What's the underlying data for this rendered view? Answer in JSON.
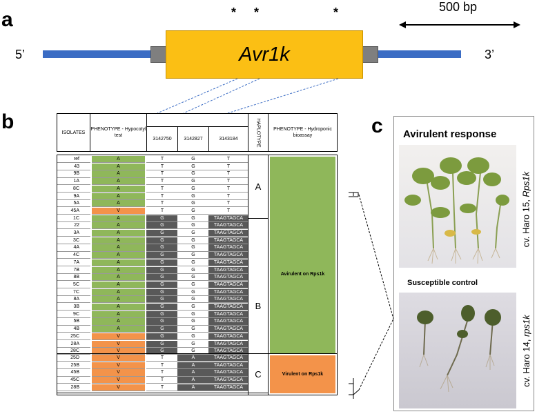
{
  "panel_a": {
    "letter": "a",
    "gene_label": "Avr1k",
    "five_prime": "5’",
    "three_prime": "3’",
    "scale_label": "500 bp",
    "stars": [
      "*",
      "*",
      "*"
    ]
  },
  "panel_b": {
    "letter": "b",
    "headers": {
      "isolates": "ISOLATES",
      "phenotype_hypocotyl": "PHENOTYPE - Hypocotyl test",
      "pos1": "3142750",
      "pos2": "3142827",
      "pos3": "3143184",
      "haplotype": "HAPLOTYPE",
      "phenotype_hydroponic": "PHENOTYPE - Hydroponic bioassay"
    },
    "rows": [
      {
        "iso": "ref",
        "ph": "A",
        "s1": "T",
        "s2": "G",
        "s3": "T"
      },
      {
        "iso": "43",
        "ph": "A",
        "s1": "T",
        "s2": "G",
        "s3": "T"
      },
      {
        "iso": "9B",
        "ph": "A",
        "s1": "T",
        "s2": "G",
        "s3": "T"
      },
      {
        "iso": "1A",
        "ph": "A",
        "s1": "T",
        "s2": "G",
        "s3": "T"
      },
      {
        "iso": "8C",
        "ph": "A",
        "s1": "T",
        "s2": "G",
        "s3": "T"
      },
      {
        "iso": "9A",
        "ph": "A",
        "s1": "T",
        "s2": "G",
        "s3": "T"
      },
      {
        "iso": "5A",
        "ph": "A",
        "s1": "T",
        "s2": "G",
        "s3": "T"
      },
      {
        "iso": "45A",
        "ph": "V",
        "s1": "T",
        "s2": "G",
        "s3": "T"
      },
      {
        "iso": "1C",
        "ph": "A",
        "s1": "G",
        "s2": "G",
        "s3": "TAAGTAGCA"
      },
      {
        "iso": "22",
        "ph": "A",
        "s1": "G",
        "s2": "G",
        "s3": "TAAGTAGCA"
      },
      {
        "iso": "3A",
        "ph": "A",
        "s1": "G",
        "s2": "G",
        "s3": "TAAGTAGCA"
      },
      {
        "iso": "3C",
        "ph": "A",
        "s1": "G",
        "s2": "G",
        "s3": "TAAGTAGCA"
      },
      {
        "iso": "4A",
        "ph": "A",
        "s1": "G",
        "s2": "G",
        "s3": "TAAGTAGCA"
      },
      {
        "iso": "4C",
        "ph": "A",
        "s1": "G",
        "s2": "G",
        "s3": "TAAGTAGCA"
      },
      {
        "iso": "7A",
        "ph": "A",
        "s1": "G",
        "s2": "G",
        "s3": "TAAGTAGCA"
      },
      {
        "iso": "7B",
        "ph": "A",
        "s1": "G",
        "s2": "G",
        "s3": "TAAGTAGCA"
      },
      {
        "iso": "8B",
        "ph": "A",
        "s1": "G",
        "s2": "G",
        "s3": "TAAGTAGCA"
      },
      {
        "iso": "5C",
        "ph": "A",
        "s1": "G",
        "s2": "G",
        "s3": "TAAGTAGCA"
      },
      {
        "iso": "7C",
        "ph": "A",
        "s1": "G",
        "s2": "G",
        "s3": "TAAGTAGCA"
      },
      {
        "iso": "8A",
        "ph": "A",
        "s1": "G",
        "s2": "G",
        "s3": "TAAGTAGCA"
      },
      {
        "iso": "3B",
        "ph": "A",
        "s1": "G",
        "s2": "G",
        "s3": "TAAGTAGCA"
      },
      {
        "iso": "9C",
        "ph": "A",
        "s1": "G",
        "s2": "G",
        "s3": "TAAGTAGCA"
      },
      {
        "iso": "5B",
        "ph": "A",
        "s1": "G",
        "s2": "G",
        "s3": "TAAGTAGCA"
      },
      {
        "iso": "4B",
        "ph": "A",
        "s1": "G",
        "s2": "G",
        "s3": "TAAGTAGCA"
      },
      {
        "iso": "25C",
        "ph": "V",
        "s1": "G",
        "s2": "G",
        "s3": "TAAGTAGCA"
      },
      {
        "iso": "28A",
        "ph": "V",
        "s1": "G",
        "s2": "G",
        "s3": "TAAGTAGCA"
      },
      {
        "iso": "28C",
        "ph": "V",
        "s1": "G",
        "s2": "G",
        "s3": "TAAGTAGCA"
      },
      {
        "iso": "25D",
        "ph": "V",
        "s1": "T",
        "s2": "A",
        "s3": "TAAGTAGCA"
      },
      {
        "iso": "25B",
        "ph": "V",
        "s1": "T",
        "s2": "A",
        "s3": "TAAGTAGCA"
      },
      {
        "iso": "45B",
        "ph": "V",
        "s1": "T",
        "s2": "A",
        "s3": "TAAGTAGCA"
      },
      {
        "iso": "45C",
        "ph": "V",
        "s1": "T",
        "s2": "A",
        "s3": "TAAGTAGCA"
      },
      {
        "iso": "28B",
        "ph": "V",
        "s1": "T",
        "s2": "A",
        "s3": "TAAGTAGCA"
      }
    ],
    "haplotypes": [
      "A",
      "B",
      "C"
    ],
    "avirulent_label": "Avirulent on Rps1k",
    "virulent_label": "Virulent on Rps1k",
    "colors": {
      "avirulent": "#8fb75a",
      "virulent": "#f3934a",
      "variant": "#595959"
    }
  },
  "panel_c": {
    "letter": "c",
    "top_title": "Avirulent response",
    "top_side_prefix": "cv. Haro 15, ",
    "top_side_gene": "Rps1k",
    "bottom_title": "Susceptible control",
    "bottom_side_prefix": "cv. Haro 14, ",
    "bottom_side_gene": "rps1k"
  }
}
